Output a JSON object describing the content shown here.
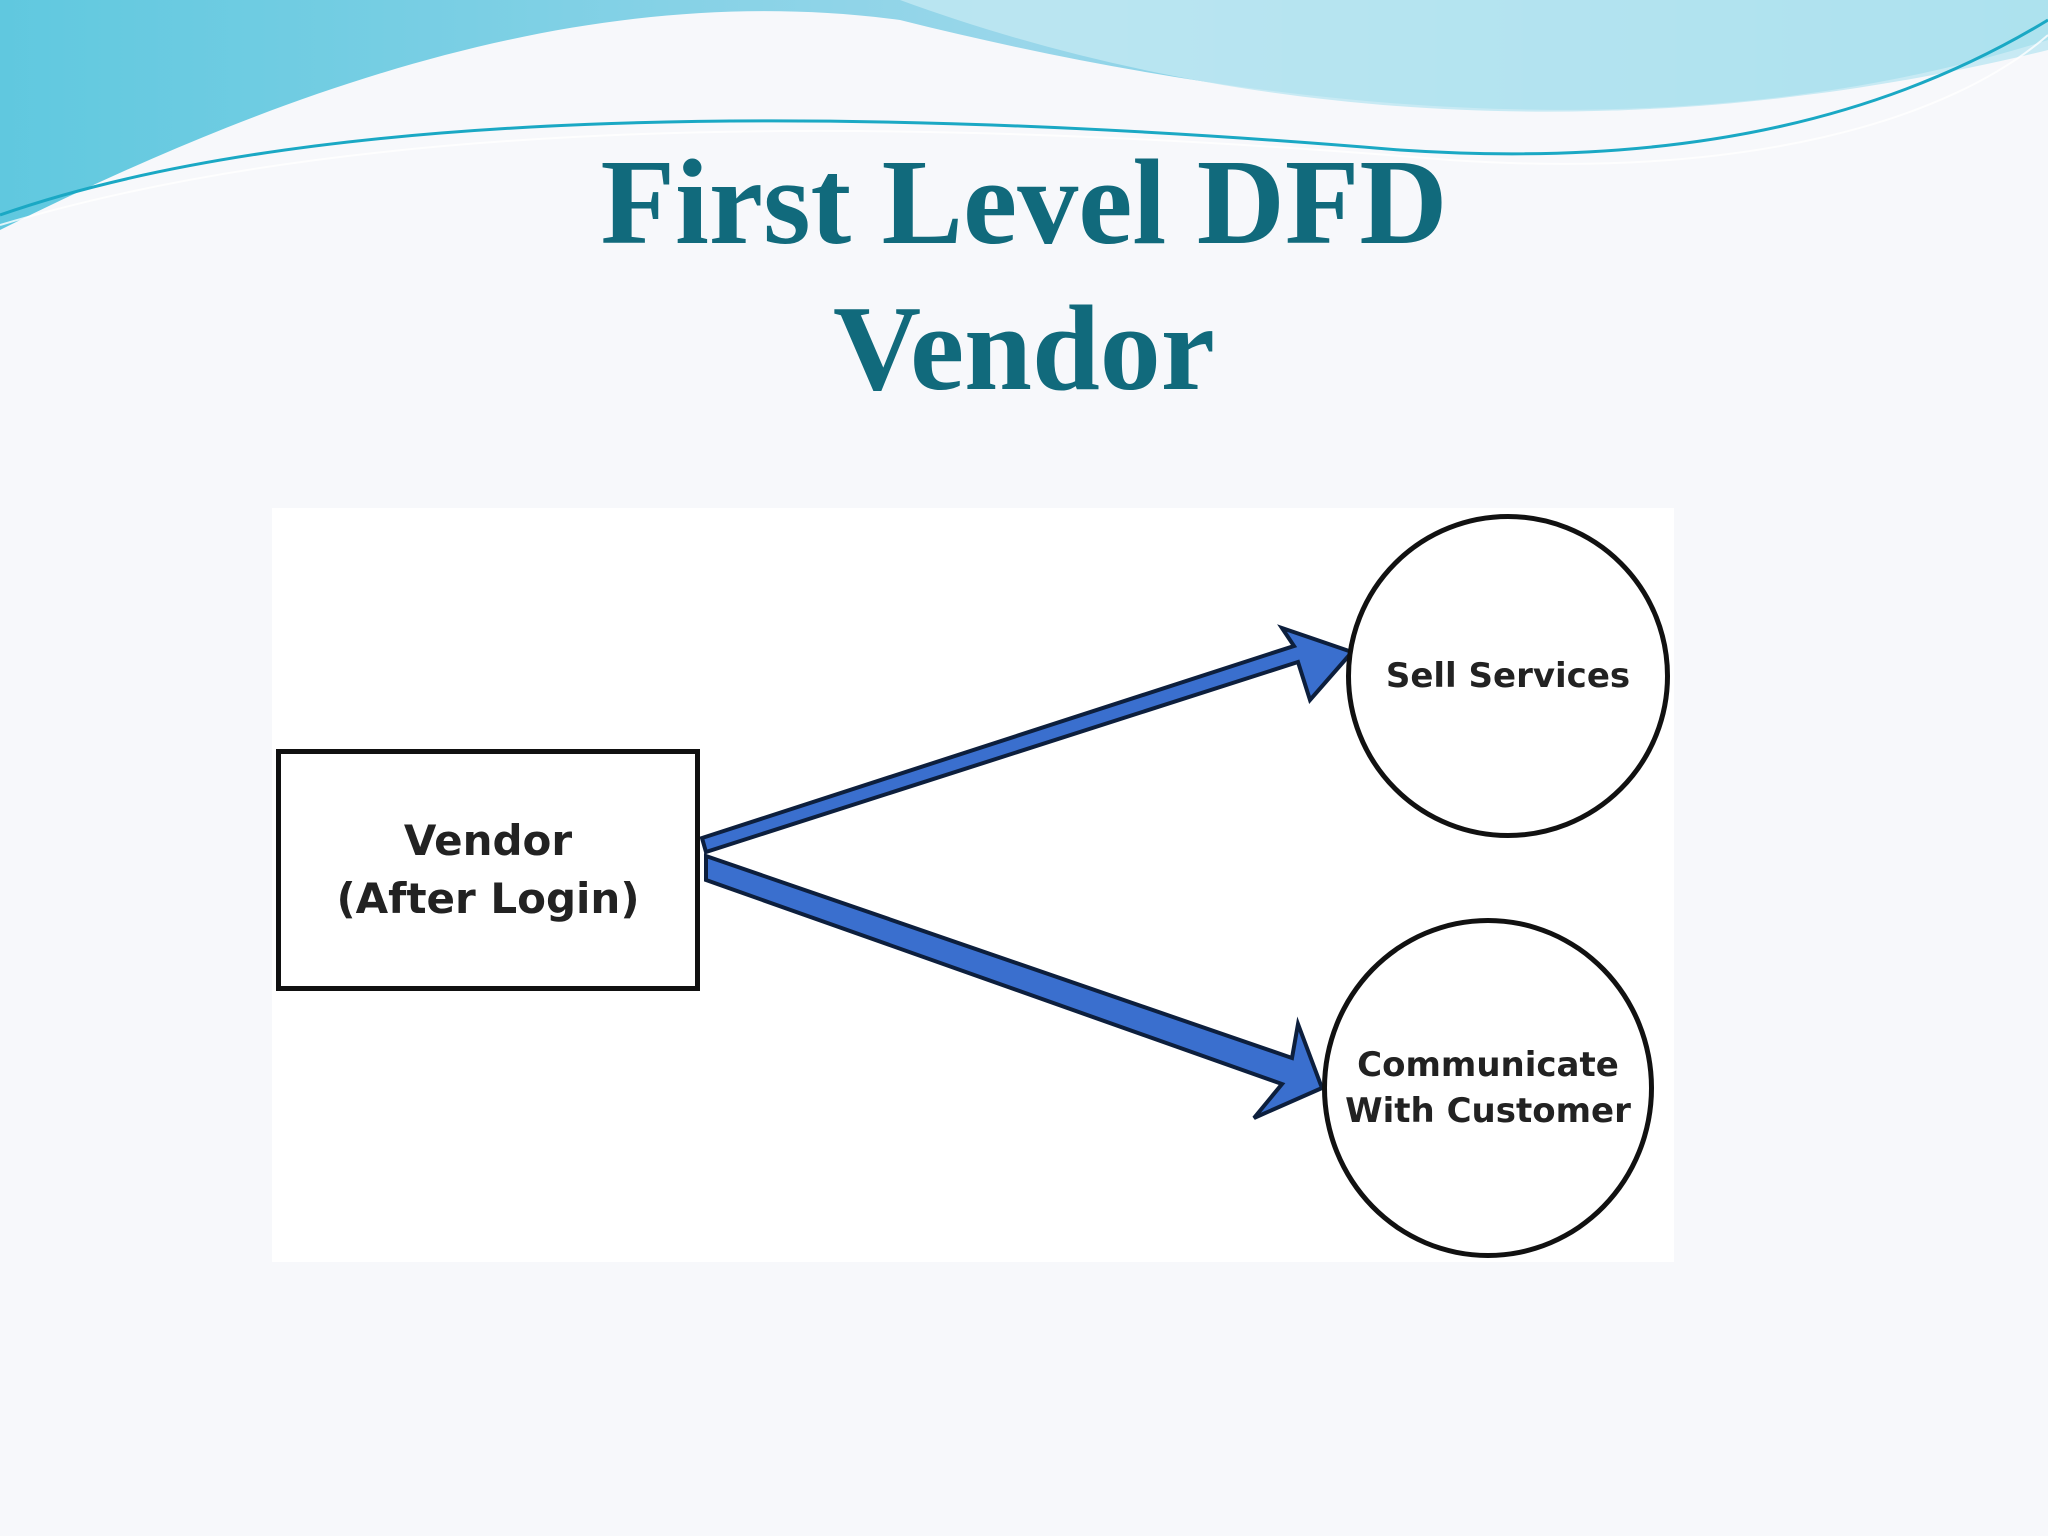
{
  "slide": {
    "title_line1": "First Level DFD",
    "title_line2": "Vendor"
  },
  "diagram": {
    "entity": {
      "line1": "Vendor",
      "line2": "(After Login)"
    },
    "processes": [
      {
        "line1": "Sell Services",
        "line2": ""
      },
      {
        "line1": "Communicate",
        "line2": "With Customer"
      }
    ],
    "colors": {
      "arrow": "#3a6fce",
      "arrow_outline": "#0d1f3d",
      "title": "#116a7c",
      "wave": "#5cc6dc"
    }
  }
}
